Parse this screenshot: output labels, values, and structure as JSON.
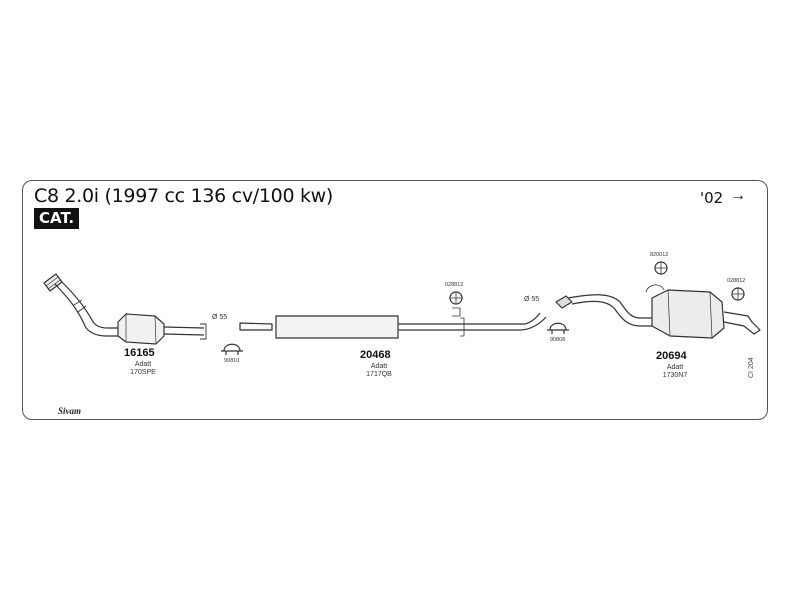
{
  "title": "C8 2.0i (1997 cc 136 cv/100 kw)",
  "badge": "CAT.",
  "year": "'02",
  "year_arrow": "→",
  "logo": "Sivam",
  "code": "CI 204",
  "parts": [
    {
      "number": "16165",
      "adapter": "Adatt",
      "adapter_code": "170SPE"
    },
    {
      "number": "20468",
      "adapter": "Adatt",
      "adapter_code": "1717QB"
    },
    {
      "number": "20694",
      "adapter": "Adatt",
      "adapter_code": "1730N7"
    }
  ],
  "clamps": [
    {
      "label": "90810"
    },
    {
      "label": "90808"
    }
  ],
  "hangers": [
    {
      "label": "028812"
    },
    {
      "label": "820012"
    },
    {
      "label": "028812"
    }
  ],
  "diameters": [
    {
      "label": "Ø 55"
    },
    {
      "label": "Ø 55"
    }
  ]
}
